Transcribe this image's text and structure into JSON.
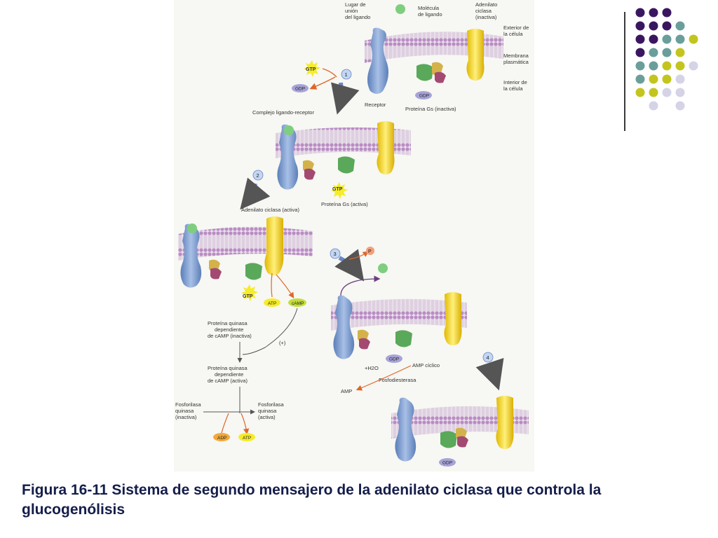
{
  "caption": {
    "title": "Figura 16-11 Sistema de segundo mensajero de la adenilato ciclasa que controla la glucogenólisis"
  },
  "palette": {
    "dark_purple": "#3b1660",
    "teal": "#6a9e9b",
    "olive_yellow": "#c3c51e",
    "lavender": "#d5d3e6",
    "membrane_purple": "#b98cc4",
    "receptor_blue": "#7e9ccc",
    "cyclase_yellow": "#f2d21c",
    "gprotein_green": "#5aa85a",
    "ligand_green": "#7fce7f"
  },
  "decor_dots": {
    "rows": [
      [
        "dark_purple",
        "dark_purple",
        "dark_purple",
        "",
        "",
        ""
      ],
      [
        "dark_purple",
        "dark_purple",
        "dark_purple",
        "teal",
        "",
        ""
      ],
      [
        "dark_purple",
        "dark_purple",
        "teal",
        "teal",
        "olive_yellow",
        ""
      ],
      [
        "dark_purple",
        "teal",
        "teal",
        "olive_yellow",
        "",
        ""
      ],
      [
        "teal",
        "teal",
        "olive_yellow",
        "olive_yellow",
        "lavender",
        ""
      ],
      [
        "teal",
        "olive_yellow",
        "olive_yellow",
        "lavender",
        "",
        ""
      ],
      [
        "olive_yellow",
        "olive_yellow",
        "lavender",
        "lavender",
        "",
        ""
      ],
      [
        "",
        "lavender",
        "",
        "lavender",
        "",
        ""
      ]
    ]
  },
  "diagram": {
    "panel1": {
      "lugar_union": [
        "Lugar de",
        "unión",
        "del ligando"
      ],
      "molecula_ligando": [
        "Molécula",
        "de ligando"
      ],
      "adenilato_inactiva": [
        "Adenilato",
        "ciclasa",
        "(inactiva)"
      ],
      "exterior": [
        "Exterior de",
        "la célula"
      ],
      "membrana": [
        "Membrana",
        "plasmática"
      ],
      "interior": [
        "Interior de",
        "la célula"
      ],
      "receptor": "Receptor",
      "proteina_gs_inactiva": "Proteína Gs (inactiva)",
      "gdp": "GDP",
      "gtp": "GTP"
    },
    "step_numbers": [
      "1",
      "2",
      "3",
      "4"
    ],
    "panel2": {
      "complejo": "Complejo ligando-receptor",
      "gtp": "GTP",
      "proteina_gs_activa": "Proteína Gs (activa)"
    },
    "panel3": {
      "adenilato_activa": "Adenilato ciclasa (activa)",
      "gtp": "GTP",
      "atp": "ATP",
      "camp": "cAMP",
      "pk_inactiva": [
        "Proteína quinasa",
        "dependiente",
        "de cAMP (inactiva)"
      ],
      "plus": "(+)",
      "pk_activa": [
        "Proteína quinasa",
        "dependiente",
        "de cAMP (activa)"
      ],
      "fosforilasa_inactiva": [
        "Fosforilasa",
        "quinasa",
        "(inactiva)"
      ],
      "fosforilasa_activa": [
        "Fosforilasa",
        "quinasa",
        "(activa)"
      ],
      "adp": "ADP",
      "atp2": "ATP"
    },
    "panel4": {
      "p": "P",
      "gdp": "GDP",
      "h2o": "+H2O",
      "amp_ciclico": "AMP cíclico",
      "fosfodiesterasa": "Fosfodiesterasa",
      "amp": "AMP",
      "gdp2": "GDP"
    }
  }
}
